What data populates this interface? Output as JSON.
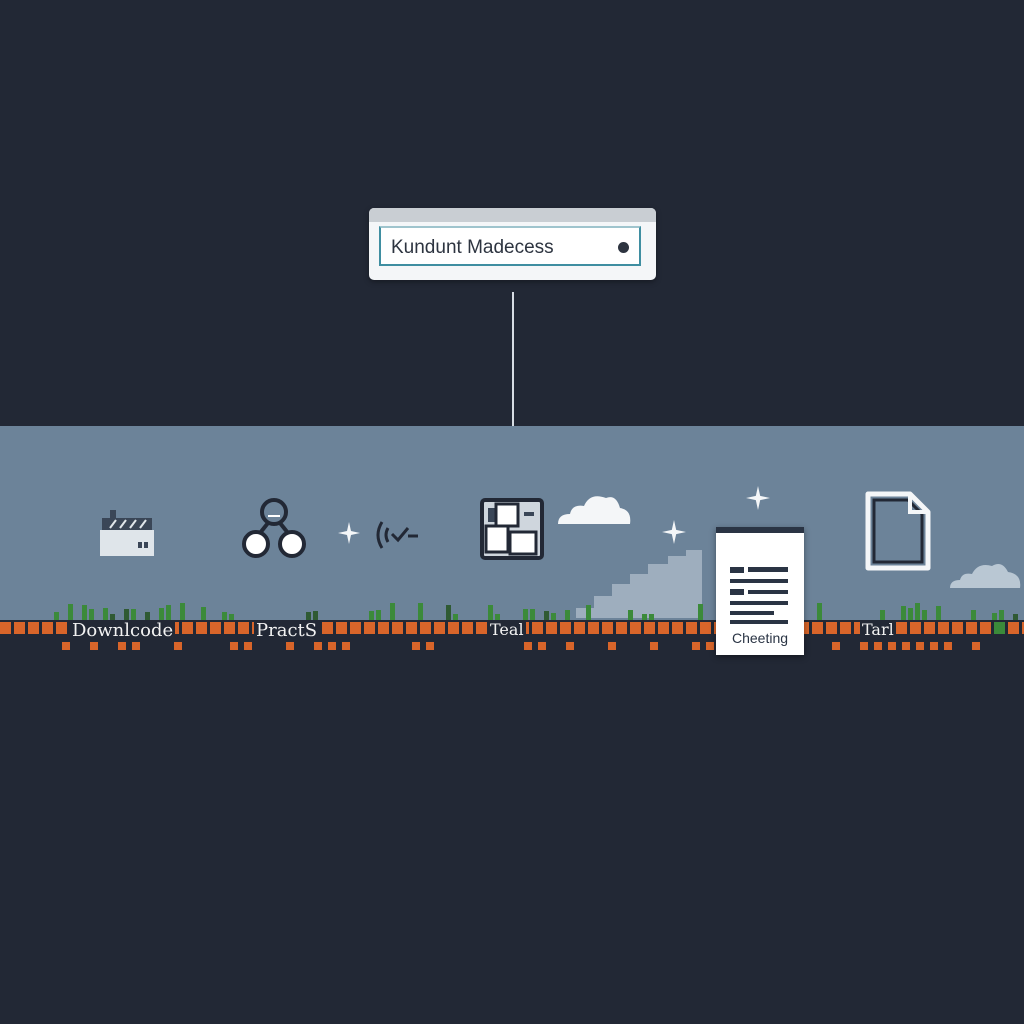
{
  "search": {
    "value": "Kundunt Madecess"
  },
  "toolbar": {
    "items": [
      {
        "label": "Downlcode",
        "icon": "server-icon"
      },
      {
        "label": "PractS",
        "icon": "share-nodes-icon"
      },
      {
        "label": "Teal",
        "icon": "windows-stack-icon"
      },
      {
        "label": "Cheeting",
        "icon": "document-card-icon"
      },
      {
        "label": "Tarl",
        "icon": "blank-page-icon"
      }
    ]
  },
  "colors": {
    "background": "#222835",
    "band": "#6c8399",
    "accent": "#3f8ea1",
    "pixel_orange": "#d8652a",
    "pixel_green": "#3b8a3a"
  }
}
